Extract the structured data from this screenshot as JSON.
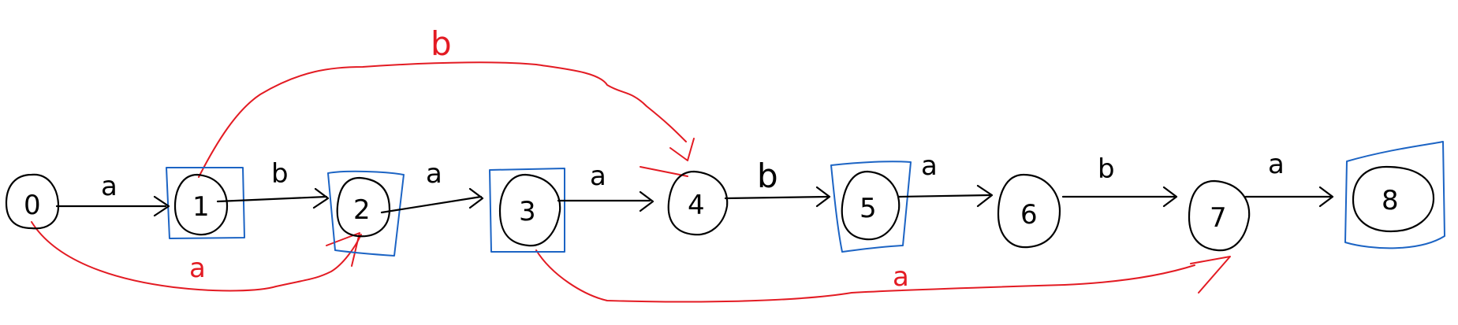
{
  "diagram": {
    "states": [
      {
        "id": "s0",
        "label": "0"
      },
      {
        "id": "s1",
        "label": "1"
      },
      {
        "id": "s2",
        "label": "2"
      },
      {
        "id": "s3",
        "label": "3"
      },
      {
        "id": "s4",
        "label": "4"
      },
      {
        "id": "s5",
        "label": "5"
      },
      {
        "id": "s6",
        "label": "6"
      },
      {
        "id": "s7",
        "label": "7"
      },
      {
        "id": "s8",
        "label": "8"
      }
    ],
    "transitions": [
      {
        "from": "0",
        "to": "1",
        "label": "a"
      },
      {
        "from": "1",
        "to": "2",
        "label": "b"
      },
      {
        "from": "2",
        "to": "3",
        "label": "a"
      },
      {
        "from": "3",
        "to": "4",
        "label": "a"
      },
      {
        "from": "4",
        "to": "5",
        "label": "b"
      },
      {
        "from": "5",
        "to": "6",
        "label": "a"
      },
      {
        "from": "6",
        "to": "7",
        "label": "b"
      },
      {
        "from": "7",
        "to": "8",
        "label": "a"
      }
    ],
    "back_edges": [
      {
        "from": "0",
        "to": "2",
        "label": "a"
      },
      {
        "from": "1",
        "to": "4",
        "label": "b"
      },
      {
        "from": "3",
        "to": "7",
        "label": "a"
      }
    ],
    "highlighted_states": [
      "1",
      "2",
      "3",
      "5",
      "8"
    ],
    "colors": {
      "main": "#000000",
      "back_edges": "#e31b23",
      "highlight_boxes": "#1c64c4"
    }
  }
}
